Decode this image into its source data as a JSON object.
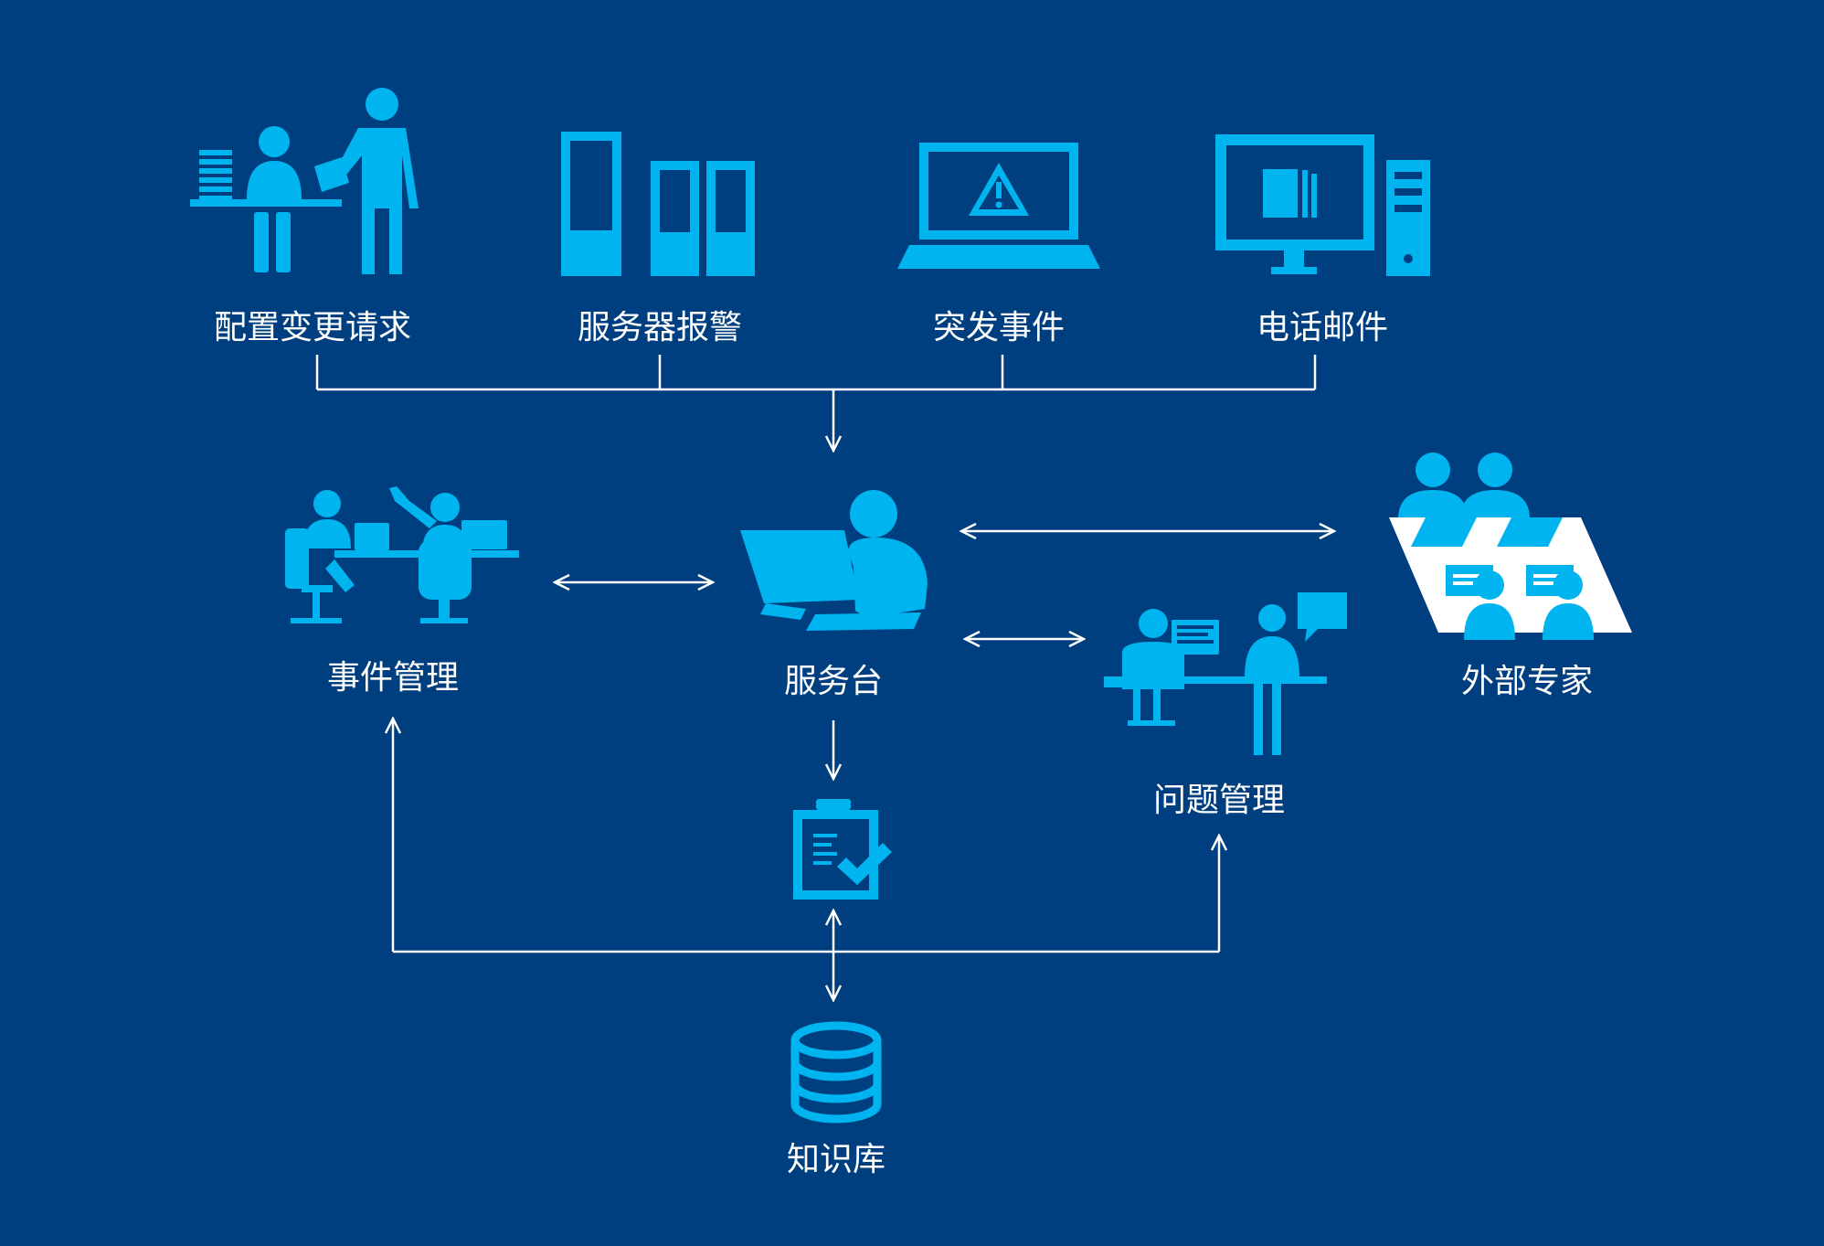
{
  "colors": {
    "background": "#003f7f",
    "icon": "#00b4f0",
    "line": "#ffffff",
    "text": "#ffffff"
  },
  "sources": [
    {
      "label": "配置变更请求",
      "icon": "person-handing-document-icon"
    },
    {
      "label": "服务器报警",
      "icon": "server-icon"
    },
    {
      "label": "突发事件",
      "icon": "laptop-warning-icon"
    },
    {
      "label": "电话邮件",
      "icon": "desktop-mail-icon"
    }
  ],
  "nodes": {
    "incident_management": {
      "label": "事件管理",
      "icon": "team-workstation-icon"
    },
    "service_desk": {
      "label": "服务台",
      "icon": "operator-at-computer-icon"
    },
    "external_experts": {
      "label": "外部专家",
      "icon": "expert-meeting-icon"
    },
    "problem_management": {
      "label": "问题管理",
      "icon": "consultation-icon"
    },
    "checklist": {
      "icon": "clipboard-check-icon"
    },
    "knowledge_base": {
      "label": "知识库",
      "icon": "database-icon"
    }
  }
}
